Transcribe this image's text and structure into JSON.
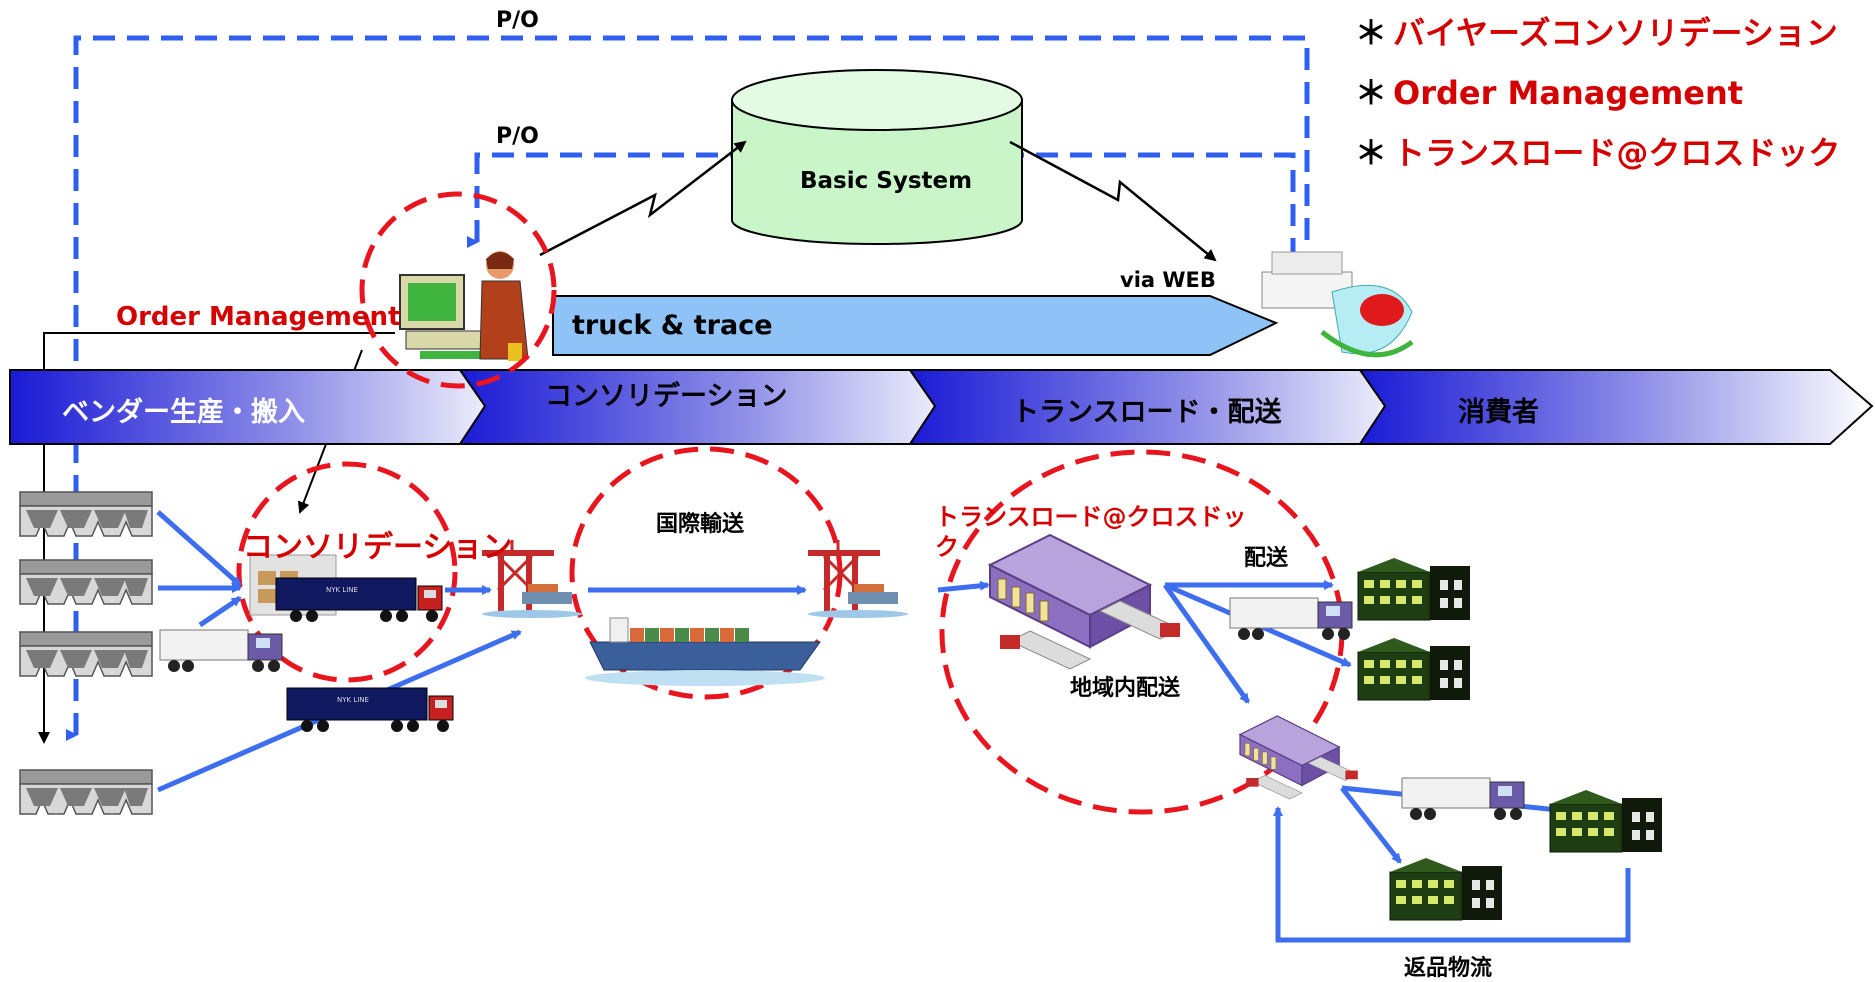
{
  "legend": [
    {
      "star": "＊",
      "text": "バイヤーズコンソリデーション"
    },
    {
      "star": "＊",
      "text": "Order Management"
    },
    {
      "star": "＊",
      "text": "トランスロード@クロスドック"
    }
  ],
  "labels": {
    "po_top": "P/O",
    "po_mid": "P/O",
    "basic_system": "Basic System",
    "via_web": "via WEB",
    "truck_trace": "truck & trace",
    "order_management": "Order Management",
    "consolidation_red": "コンソリデーション",
    "international": "国際輸送",
    "transload_red": "トランスロード@クロスドック",
    "haisou": "配送",
    "regional": "地域内配送",
    "returns": "返品物流"
  },
  "stages": [
    {
      "label": "ベンダー生産・搬入"
    },
    {
      "label": "コンソリデーション"
    },
    {
      "label": "トランスロード・配送"
    },
    {
      "label": "消費者"
    }
  ],
  "colors": {
    "accent_red": "#d50000",
    "blue_arrow": "#3d6ef0",
    "dashed_blue": "#2f5ff0",
    "cylinder": "#c9f5c9",
    "truck_arrow": "#8fc3f7",
    "stage_blue": "#1a1ad6"
  }
}
